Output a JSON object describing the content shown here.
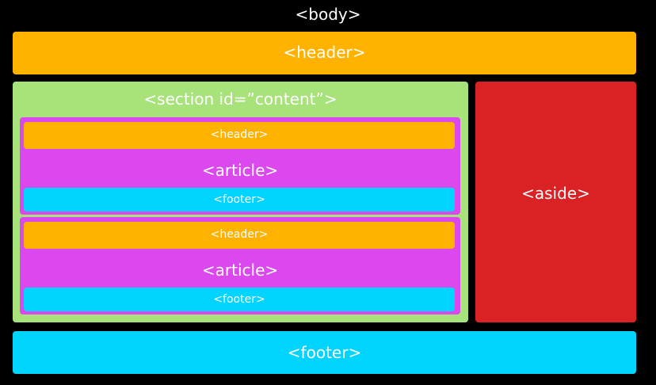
{
  "colors": {
    "background": "#000000",
    "header": "#FFB200",
    "section": "#A8E27A",
    "article": "#DB49EE",
    "footer": "#00D4FF",
    "aside": "#DA2124",
    "text": "#FFFFFF"
  },
  "body": {
    "label": "<body>"
  },
  "page_header": {
    "label": "<header>"
  },
  "section": {
    "label": "<section id=”content”>",
    "articles": [
      {
        "header_label": "<header>",
        "label": "<article>",
        "footer_label": "<footer>"
      },
      {
        "header_label": "<header>",
        "label": "<article>",
        "footer_label": "<footer>"
      }
    ]
  },
  "aside": {
    "label": "<aside>"
  },
  "page_footer": {
    "label": "<footer>"
  }
}
